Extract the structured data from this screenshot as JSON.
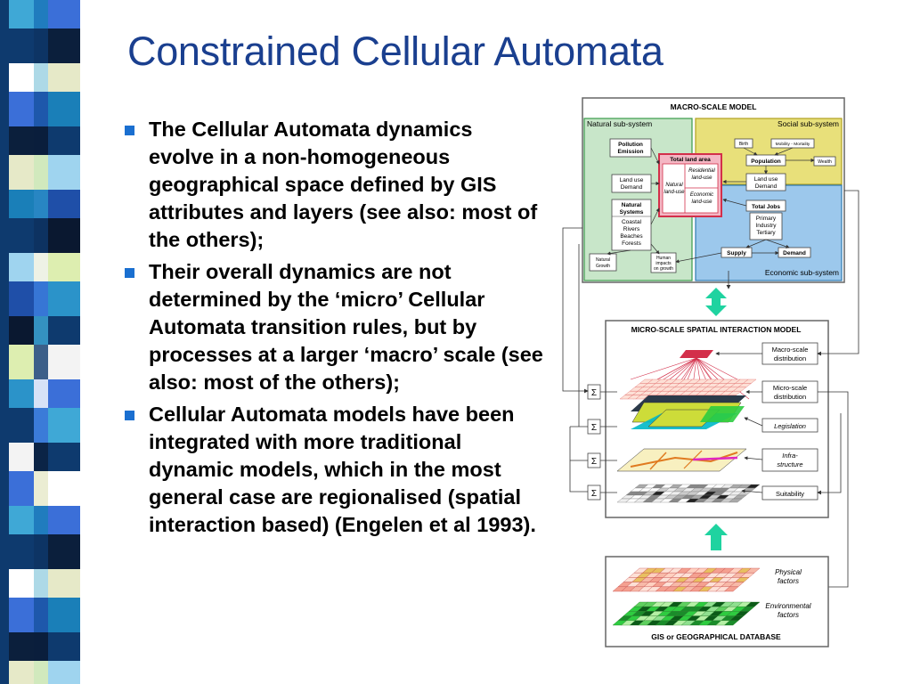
{
  "slide": {
    "title": "Constrained Cellular Automata",
    "bullets": [
      "The Cellular Automata dynamics evolve in a non-homogeneous geographical space defined by GIS attributes and layers (see also: most of the others);",
      "Their overall dynamics are not determined by the ‘micro’ Cellular Automata transition rules, but by processes at a larger ‘macro’ scale (see also: most of the others);",
      "Cellular Automata models have been integrated with more traditional dynamic models, which in the most general case are regionalised (spatial interaction based) (Engelen et al 1993)."
    ]
  },
  "diagram": {
    "macro": {
      "title": "MACRO-SCALE MODEL",
      "natural_label": "Natural sub-system",
      "social_label": "Social sub-system",
      "economic_label": "Economic sub-system",
      "pollution": [
        "Pollution",
        "Emission"
      ],
      "landuse_demand_left": [
        "Land use",
        "Demand"
      ],
      "natural_systems": [
        "Natural",
        "Systems"
      ],
      "natural_systems_list": [
        "Coastal",
        "Rivers",
        "Beaches",
        "Forests"
      ],
      "natural_growth": [
        "Natural",
        "Growth"
      ],
      "human_impacts": [
        "Human",
        "impacts",
        "on growth"
      ],
      "total_land_area": "Total land area",
      "natural_landuse": [
        "Natural",
        "land-use"
      ],
      "residential_landuse": [
        "Residential",
        "land-use"
      ],
      "economic_landuse": [
        "Economic",
        "land-use"
      ],
      "birth": "Birth",
      "mobility": "Mobility - Mortality",
      "population": "Population",
      "wealth": "Wealth",
      "landuse_demand_right": [
        "Land use",
        "Demand"
      ],
      "total_jobs": "Total Jobs",
      "jobs_list": [
        "Primary",
        "Industry",
        "Tertiary"
      ],
      "supply": "Supply",
      "demand": "Demand"
    },
    "micro": {
      "title": "MICRO-SCALE SPATIAL INTERACTION MODEL",
      "macro_distribution": [
        "Macro-scale",
        "distribution"
      ],
      "micro_distribution": [
        "Micro-scale",
        "distribution"
      ],
      "legislation": "Legislation",
      "infrastructure": [
        "Infra-",
        "structure"
      ],
      "suitability": "Suitability",
      "sigma": "Σ"
    },
    "gis": {
      "title": "GIS or GEOGRAPHICAL DATABASE",
      "physical": [
        "Physical",
        "factors"
      ],
      "environmental": [
        "Environmental",
        "factors"
      ]
    }
  },
  "colors": {
    "title_blue": "#1a3f8f",
    "bullet_blue": "#1a6fd0",
    "natural_green": "#c8e6c9",
    "social_yellow": "#e8e07a",
    "economic_blue": "#9cc8ec",
    "accent_red": "#d32f4a",
    "arrow_green": "#1fd3a0"
  }
}
